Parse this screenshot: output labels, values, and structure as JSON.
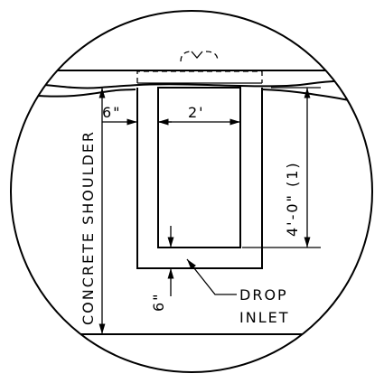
{
  "labels": {
    "concrete_shoulder": "CONCRETE SHOULDER",
    "wall_thickness_top": "6\"",
    "inner_width": "2'",
    "depth": "4'-0\" (1)",
    "wall_thickness_bottom": "6\"",
    "drop_inlet_line1": "DROP",
    "drop_inlet_line2": "INLET"
  }
}
